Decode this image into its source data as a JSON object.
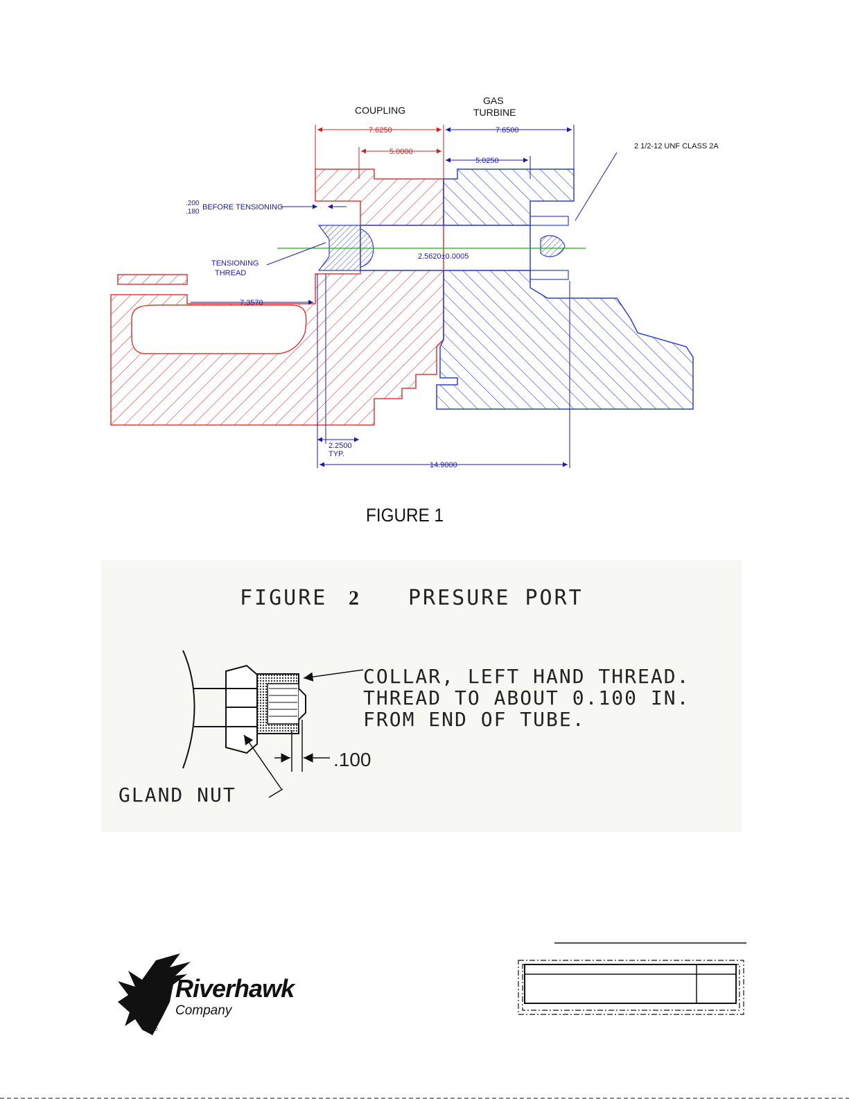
{
  "figure1": {
    "caption": "FIGURE 1",
    "labels": {
      "coupling": "COUPLING",
      "gas_turbine_line1": "GAS",
      "gas_turbine_line2": "TURBINE",
      "thread_spec": "2 1/2-12 UNF CLASS 2A",
      "tol_upper": ".200",
      "tol_lower": ".180",
      "before_tensioning": "BEFORE TENSIONING",
      "tensioning_line1": "TENSIONING",
      "tensioning_line2": "THREAD",
      "typ": "TYP."
    },
    "dimensions": {
      "coupling_width": "7.6250",
      "turbine_width": "7.6500",
      "coupling_inner": "5.0000",
      "turbine_inner": "5.0250",
      "bore": "2.5620±0.0005",
      "flange_offset": "7.3570",
      "thread_len": "2.2500",
      "overall": "14.9000"
    },
    "colors": {
      "coupling": "#e03a3a",
      "turbine": "#2f3fd0",
      "dims": "#1a1aa8",
      "centerline": "#22aa22"
    }
  },
  "figure2": {
    "title_word": "FIGURE",
    "title_num": "2",
    "title_name": "PRESURE PORT",
    "note_line1": "COLLAR, LEFT HAND THREAD.",
    "note_line2": "THREAD TO ABOUT 0.100 IN.",
    "note_line3": "FROM END OF TUBE.",
    "dim_100": ".100",
    "gland_nut": "GLAND NUT"
  },
  "logo": {
    "name": "Riverhawk",
    "sub": "Company",
    "reg": "®",
    "icon": "eagle-icon"
  }
}
